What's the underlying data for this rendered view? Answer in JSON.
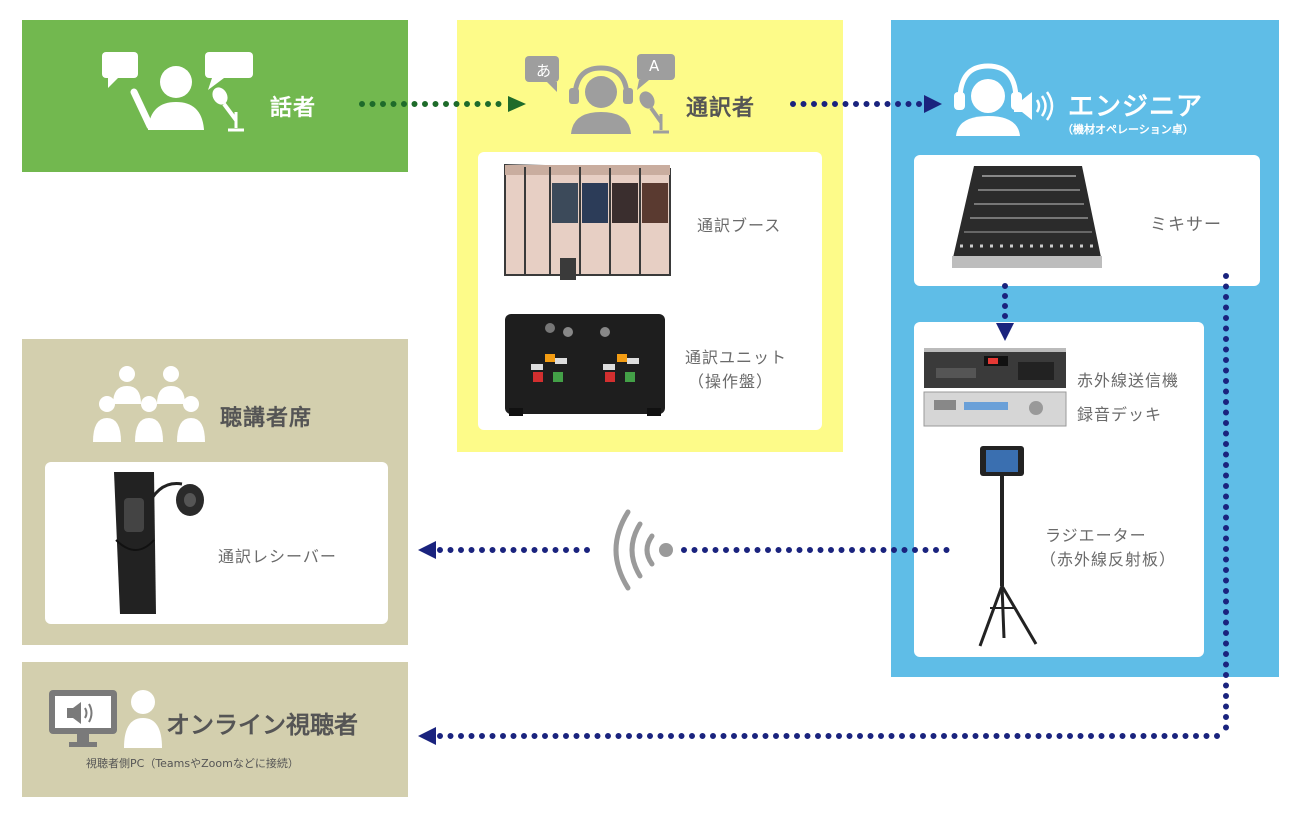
{
  "speaker": {
    "label": "話者"
  },
  "interpreter": {
    "label": "通訳者",
    "bubble_left": "あ",
    "bubble_right": "A",
    "booth_label": "通訳ブース",
    "unit_label_line1": "通訳ユニット",
    "unit_label_line2": "（操作盤）"
  },
  "engineer": {
    "label": "エンジニア",
    "sublabel": "（機材オペレーション卓）",
    "mixer_label": "ミキサー",
    "transmitter_label": "赤外線送信機",
    "recorder_label": "録音デッキ",
    "radiator_label_line1": "ラジエーター",
    "radiator_label_line2": "（赤外線反射板）"
  },
  "audience": {
    "label": "聴講者席",
    "receiver_label": "通訳レシーバー"
  },
  "online": {
    "label": "オンライン視聴者",
    "sublabel": "視聴者側PC（TeamsやZoomなどに接続）"
  },
  "colors": {
    "green": "#72b84f",
    "yellow": "#fdfb89",
    "blue": "#5fbde7",
    "khaki": "#d3cfae",
    "navy": "#1a237e",
    "dark_green": "#1e6b2a"
  }
}
